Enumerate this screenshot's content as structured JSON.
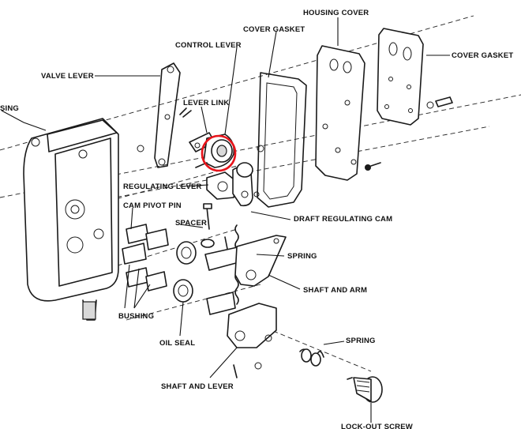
{
  "labels": {
    "housing": "SING",
    "valve_lever": "VALVE LEVER",
    "control_lever": "CONTROL LEVER",
    "cover_gasket_top": "COVER GASKET",
    "housing_cover": "HOUSING COVER",
    "cover_gasket_right": "COVER GASKET",
    "lever_link": "LEVER LINK",
    "regulating_lever": "REGULATING LEVER",
    "draft_regulating_cam": "DRAFT REGULATING CAM",
    "cam_pivot_pin": "CAM PIVOT PIN",
    "spacer": "SPACER",
    "spring_upper": "SPRING",
    "shaft_and_arm": "SHAFT AND ARM",
    "bushing": "BUSHING",
    "oil_seal": "OIL SEAL",
    "spring_lower": "SPRING",
    "shaft_and_lever": "SHAFT AND LEVER",
    "lock_out_screw": "LOCK-OUT SCREW"
  },
  "highlight": {
    "color": "#e8141b",
    "target": "control lever"
  }
}
